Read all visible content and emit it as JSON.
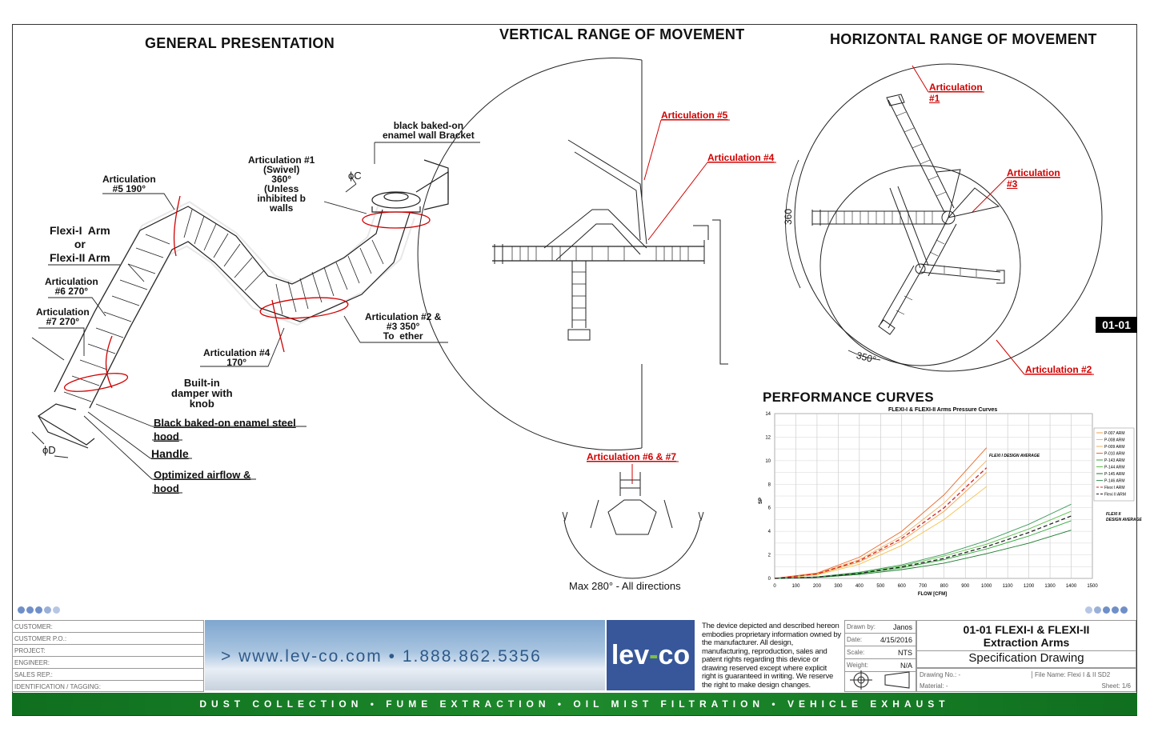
{
  "titles": {
    "general": "GENERAL PRESENTATION",
    "vertical": "VERTICAL RANGE OF MOVEMENT",
    "horizontal": "HORIZONTAL RANGE OF MOVEMENT",
    "performance": "PERFORMANCE CURVES"
  },
  "general_labels": {
    "bracket": "black baked-on\nenamel wall Bracket",
    "art1": "Articulation #1\n(Swivel)\n360°\n(Unless\ninhibited b\nwalls",
    "phi_c": "ϕC",
    "art5": "Articulation\n#5 190°",
    "arm": "Flexi-I  Arm\nor\nFlexi-II Arm",
    "art6": "Articulation\n#6 270°",
    "art7": "Articulation\n#7 270°",
    "art23": "Articulation #2 &\n#3 350°\nTo  ether",
    "art4": "Articulation #4\n170°",
    "damper": "Built-in\ndamper with\nknob",
    "hood": "Black baked-on enamel steel\nhood",
    "handle": "Handle",
    "airflow": "Optimized airflow &\nhood",
    "phi_d": "ϕD"
  },
  "vertical_labels": {
    "art5": "Articulation #5",
    "art4": "Articulation #4",
    "art67": "Articulation #6 & #7",
    "max": "Max 280° - All directions"
  },
  "horizontal_labels": {
    "art1": "Articulation\n#1",
    "art3": "Articulation\n#3",
    "art2": "Articulation #2",
    "deg360": "360",
    "deg350": "350°"
  },
  "badge": "01-01",
  "chart_data": {
    "type": "line",
    "title": "FLEXI-I & FLEXI-II Arms Pressure Curves",
    "xlabel": "FLOW [CFM]",
    "ylabel": "SP",
    "xlim": [
      0,
      1500
    ],
    "ylim": [
      0,
      14
    ],
    "x_ticks": [
      0,
      100,
      200,
      300,
      400,
      500,
      600,
      700,
      800,
      900,
      1000,
      1100,
      1200,
      1300,
      1400,
      1500
    ],
    "y_ticks": [
      0,
      2,
      4,
      6,
      8,
      10,
      12,
      14
    ],
    "grid": true,
    "legend_position": "right",
    "x": [
      0,
      200,
      400,
      600,
      800,
      1000,
      1200,
      1400
    ],
    "series": [
      {
        "name": "P-007 ARM",
        "color": "#f2a24a",
        "values": [
          0,
          0.35,
          1.4,
          3.2,
          5.7,
          9.0,
          null,
          null
        ]
      },
      {
        "name": "P-008 ARM",
        "color": "#f5c04a",
        "values": [
          0,
          0.3,
          1.2,
          2.8,
          5.0,
          7.8,
          null,
          null
        ]
      },
      {
        "name": "P-009 ARM",
        "color": "#f0b060",
        "values": [
          0,
          0.4,
          1.6,
          3.6,
          6.4,
          10.0,
          null,
          null
        ]
      },
      {
        "name": "P-010 ARM",
        "color": "#e86a2a",
        "values": [
          0,
          0.45,
          1.8,
          4.0,
          7.1,
          11.1,
          null,
          null
        ]
      },
      {
        "name": "P-143 ARM",
        "color": "#2ea836",
        "values": [
          0,
          0.1,
          0.4,
          0.9,
          1.6,
          2.5,
          3.6,
          4.9
        ]
      },
      {
        "name": "P-144 ARM",
        "color": "#5cbf4a",
        "values": [
          0,
          0.12,
          0.47,
          1.05,
          1.9,
          2.9,
          4.2,
          5.7
        ]
      },
      {
        "name": "P-145 ARM",
        "color": "#1a7a2a",
        "values": [
          0,
          0.08,
          0.33,
          0.75,
          1.3,
          2.1,
          3.0,
          4.1
        ]
      },
      {
        "name": "P-146 ARM",
        "color": "#3d9a5a",
        "values": [
          0,
          0.13,
          0.52,
          1.15,
          2.05,
          3.2,
          4.6,
          6.3
        ]
      },
      {
        "name": "Flexi I ARM",
        "color": "#d42020",
        "dashed": true,
        "values": [
          0,
          0.38,
          1.5,
          3.4,
          6.0,
          9.4,
          null,
          null
        ]
      },
      {
        "name": "Flexi II ARM",
        "color": "#222222",
        "dashed": true,
        "values": [
          0,
          0.11,
          0.43,
          0.97,
          1.7,
          2.7,
          3.9,
          5.3
        ]
      }
    ],
    "annotations": [
      "FLEXI I DESIGN AVERAGE",
      "FLEXI II\nDESIGN AVERAGE"
    ]
  },
  "title_block": {
    "fields": [
      "CUSTOMER:",
      "CUSTOMER P.O.:",
      "PROJECT:",
      "ENGINEER:",
      "SALES REP.:",
      "IDENTIFICATION / TAGGING:"
    ],
    "banner": "> www.lev-co.com • 1.888.862.5356",
    "logo_a": "lev",
    "logo_b": "-",
    "logo_c": "co",
    "notice": "The device depicted and described hereon embodies proprietary information owned by the manufacturer. All design, manufacturing, reproduction, sales and patent rights regarding this device or drawing reserved except where explicit right is guaranteed in writing. We reserve the right to make design changes.",
    "drawn_by_k": "Drawn by:",
    "drawn_by_v": "Janos",
    "date_k": "Date:",
    "date_v": "4/15/2016",
    "scale_k": "Scale:",
    "scale_v": "NTS",
    "weight_k": "Weight:",
    "weight_v": "N/A",
    "heading1": "01-01 FLEXI-I & FLEXI-II",
    "heading2": "Extraction Arms",
    "heading3": "Specification Drawing",
    "drawing_no": "Drawing No.:  -",
    "file_name": "File Name: Flexi I & II SD2",
    "material": "Material:  -",
    "sheet": "Sheet:  1/6"
  },
  "footer_bar": "DUST COLLECTION • FUME EXTRACTION • OIL MIST FILTRATION • VEHICLE EXHAUST"
}
